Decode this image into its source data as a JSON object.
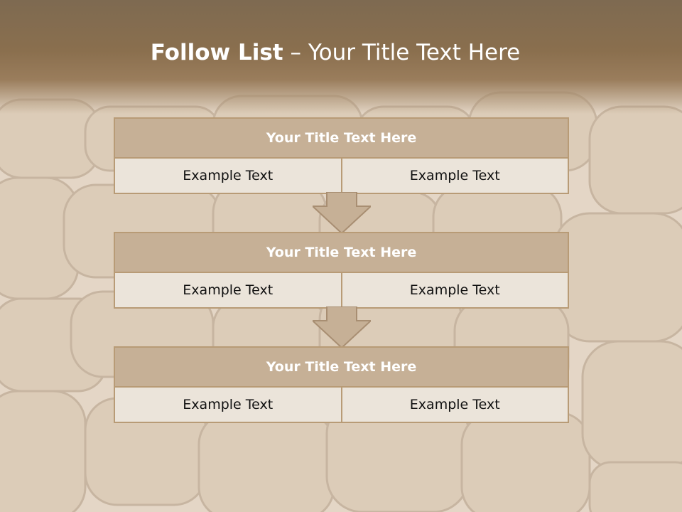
{
  "slide": {
    "title_bold": "Follow List",
    "title_rest": " – Your Title Text Here"
  },
  "blocks": [
    {
      "title": "Your Title Text Here",
      "left": "Example Text",
      "right": "Example Text"
    },
    {
      "title": "Your Title Text Here",
      "left": "Example Text",
      "right": "Example Text"
    },
    {
      "title": "Your Title Text Here",
      "left": "Example Text",
      "right": "Example Text"
    }
  ],
  "colors": {
    "header": "#8a6f4e",
    "block_title": "#c6b096",
    "block_body": "#ebe4da",
    "border": "#b89b76"
  }
}
